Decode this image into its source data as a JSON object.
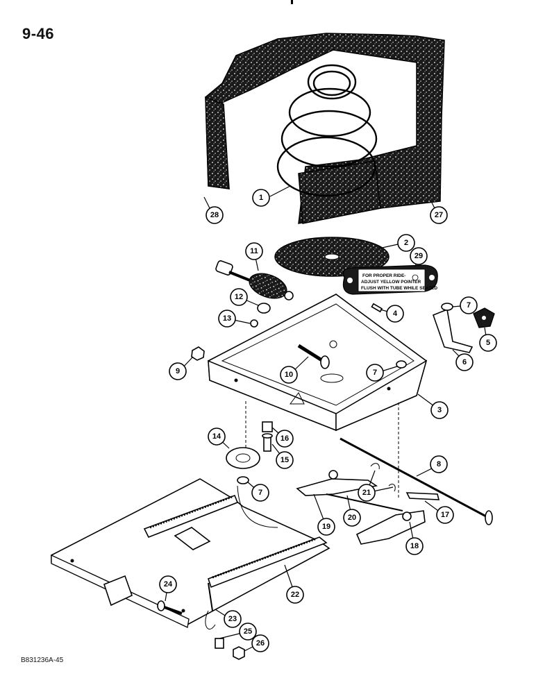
{
  "page": {
    "number": "9-46",
    "drawing_code": "B831236A-45"
  },
  "decal": {
    "line1": "FOR PROPER RIDE-",
    "line2": "ADJUST YELLOW POINTER",
    "line3": "FLUSH WITH TUBE WHILE SEATED"
  },
  "callouts": [
    "1",
    "2",
    "3",
    "4",
    "5",
    "6",
    "7",
    "7",
    "7",
    "8",
    "9",
    "10",
    "11",
    "12",
    "13",
    "14",
    "15",
    "16",
    "17",
    "18",
    "19",
    "20",
    "21",
    "22",
    "23",
    "24",
    "25",
    "26",
    "27",
    "28",
    "29"
  ]
}
